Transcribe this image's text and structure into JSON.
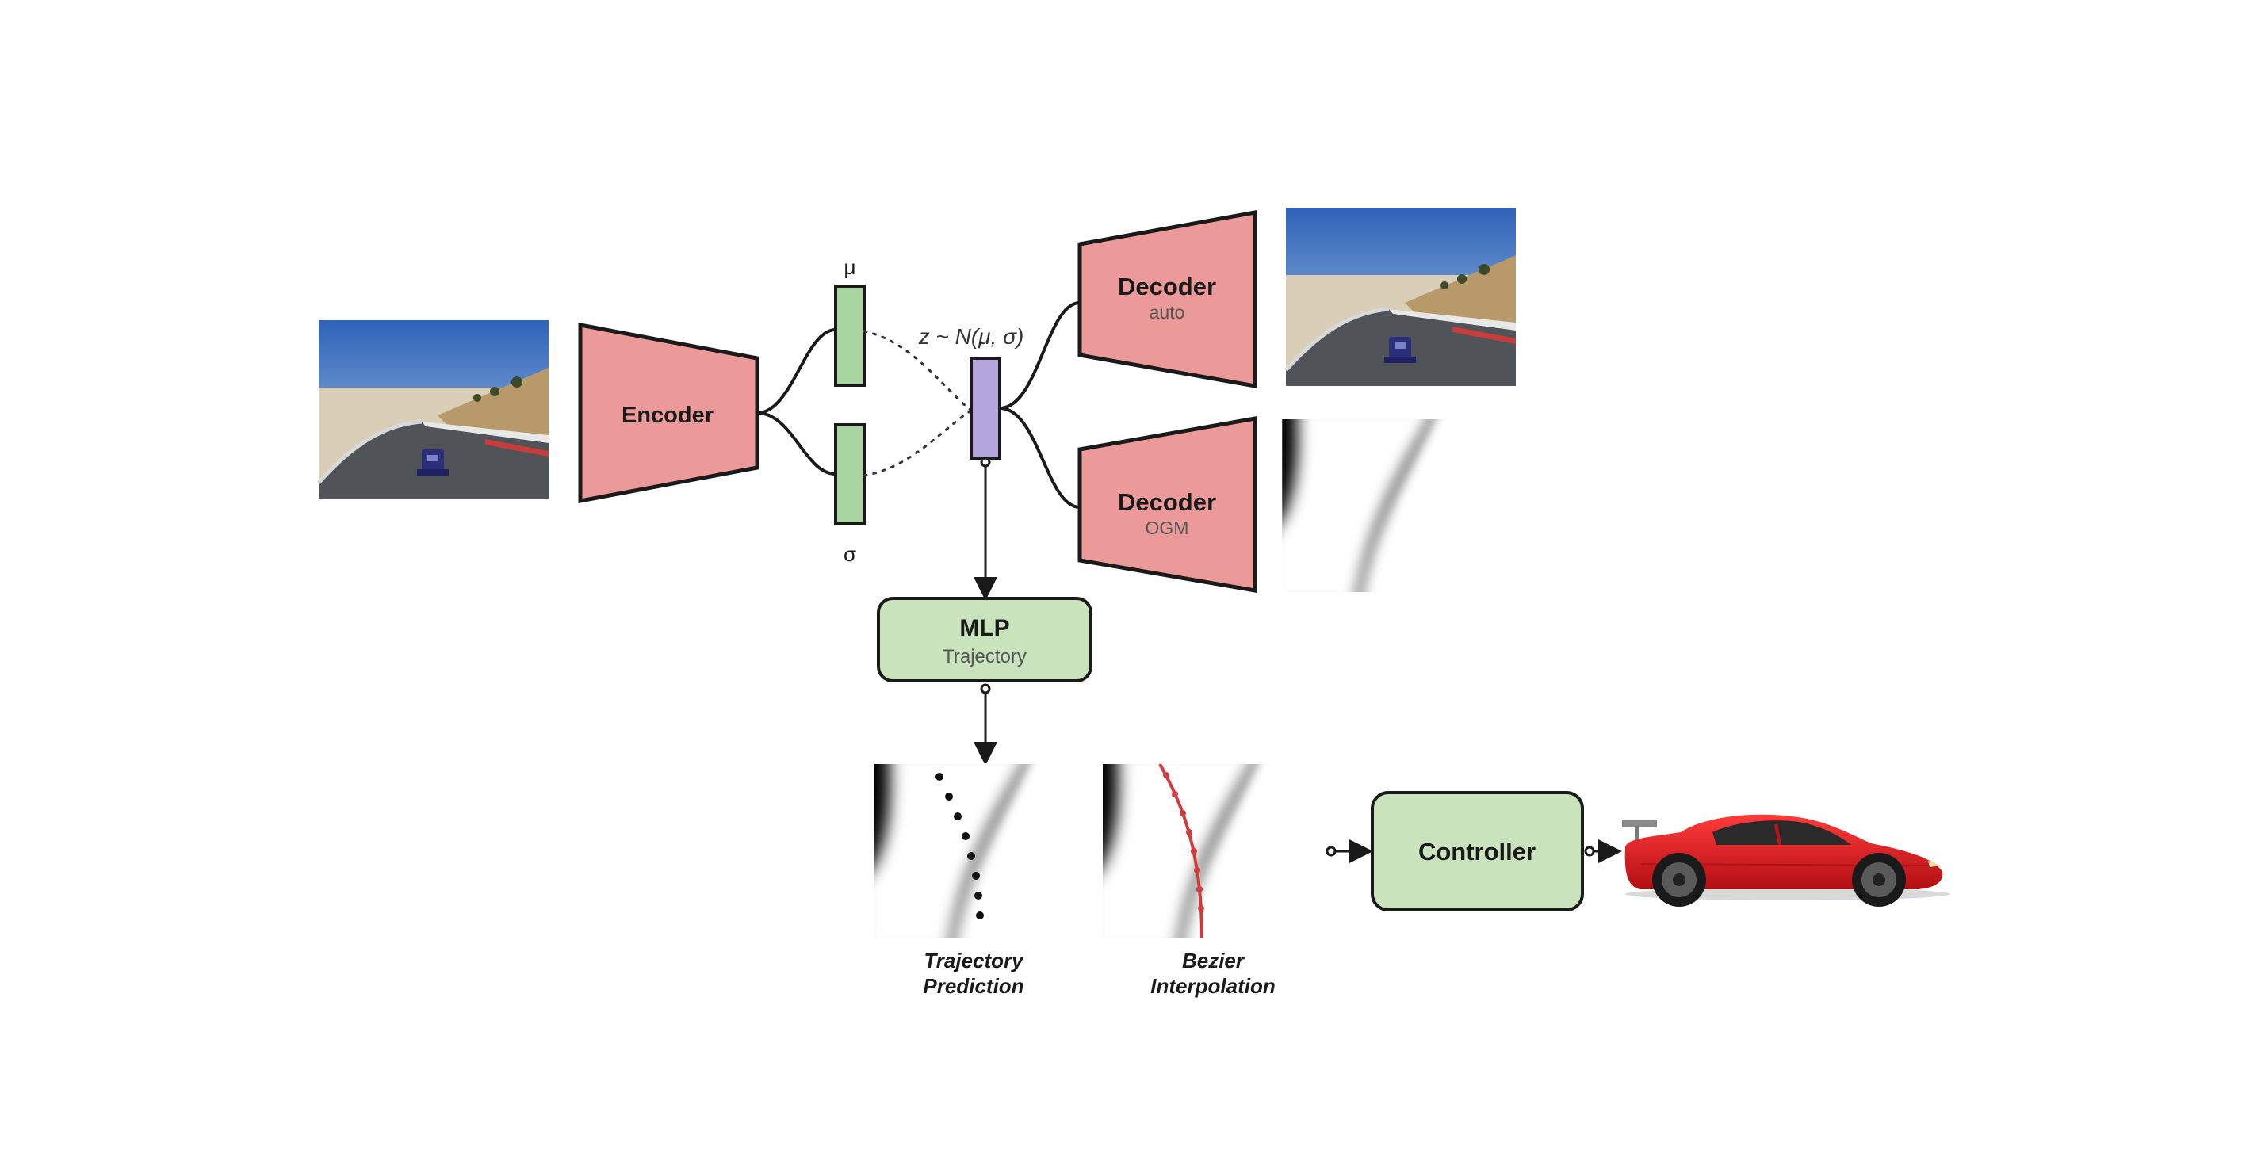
{
  "colors": {
    "network_block": "#eb9a99",
    "latent_bar": "#a9d5a0",
    "z_bar": "#b4a6dc",
    "module_box": "#c9e4bd",
    "stroke": "#1a1a1a",
    "bezier": "#d23b3b",
    "car_body": "#e11b22"
  },
  "encoder": {
    "label": "Encoder"
  },
  "latent": {
    "mu_label": "μ",
    "sigma_label": "σ",
    "z_label": "z ~ N(μ, σ)"
  },
  "decoder_auto": {
    "title": "Decoder",
    "subtitle": "auto"
  },
  "decoder_ogm": {
    "title": "Decoder",
    "subtitle": "OGM"
  },
  "mlp": {
    "title": "MLP",
    "subtitle": "Trajectory"
  },
  "trajectory_prediction": {
    "caption_line1": "Trajectory",
    "caption_line2": "Prediction"
  },
  "bezier_interpolation": {
    "caption_line1": "Bezier",
    "caption_line2": "Interpolation"
  },
  "controller": {
    "label": "Controller"
  },
  "icons": {
    "input_image": "road-camera-image",
    "reconstructed_image": "road-camera-image",
    "ogm_map": "occupancy-grid-map",
    "vehicle": "red-sports-car-icon"
  }
}
